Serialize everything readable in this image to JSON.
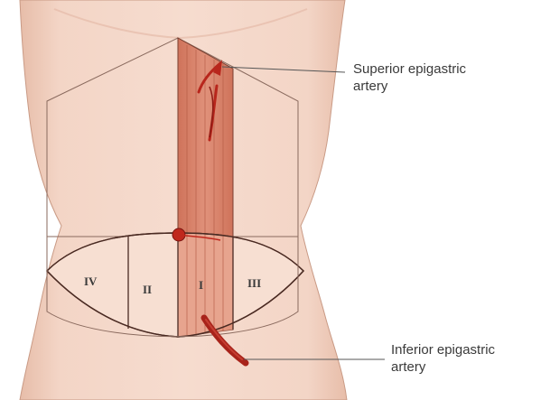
{
  "labels": {
    "superior_line1": "Superior epigastric",
    "superior_line2": "artery",
    "inferior_line1": "Inferior epigastric",
    "inferior_line2": "artery"
  },
  "zones": {
    "zone_1": "I",
    "zone_2": "II",
    "zone_3": "III",
    "zone_4": "IV"
  },
  "colors": {
    "skin": "#f3d5c6",
    "skin_shadow": "#e8bfae",
    "outline": "#8a5a4a",
    "rectus_muscle": "#d9826a",
    "zone_flap": "#f7dfd2",
    "zone_one": "#e49a82",
    "artery": "#b8261c",
    "leader_line": "#555555"
  }
}
